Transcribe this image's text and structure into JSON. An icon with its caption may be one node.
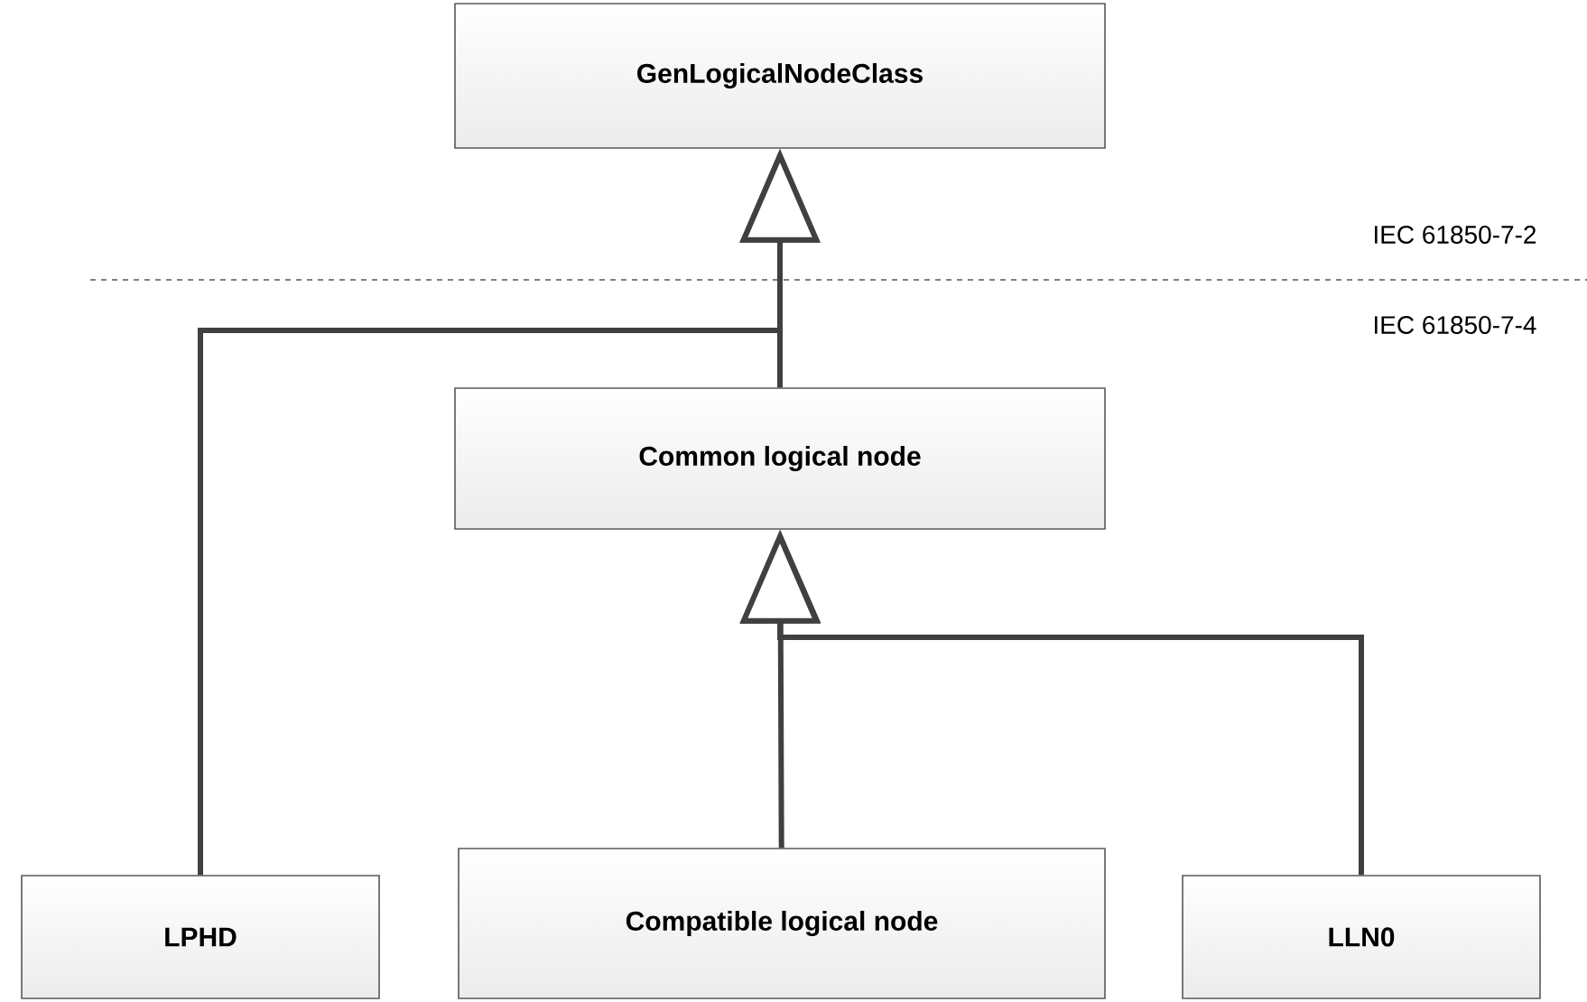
{
  "diagram": {
    "nodes": [
      {
        "text": [
          "GenLogicalNodeClass"
        ]
      },
      {
        "text": [
          "Common logical node"
        ]
      },
      {
        "text": [
          "LPHD"
        ]
      },
      {
        "text": [
          "Compatible logical node"
        ]
      },
      {
        "text": [
          "LLN0"
        ]
      }
    ],
    "edges": [
      {
        "from": 2,
        "to": 0,
        "arrow": "to"
      },
      {
        "from": 1,
        "to": 0,
        "arrow": "to"
      },
      {
        "from": 3,
        "to": 1,
        "arrow": "to"
      },
      {
        "from": 4,
        "to": 1,
        "arrow": "to"
      }
    ],
    "labels": [
      "IEC 61850-7-2",
      "IEC 61850-7-4"
    ]
  }
}
